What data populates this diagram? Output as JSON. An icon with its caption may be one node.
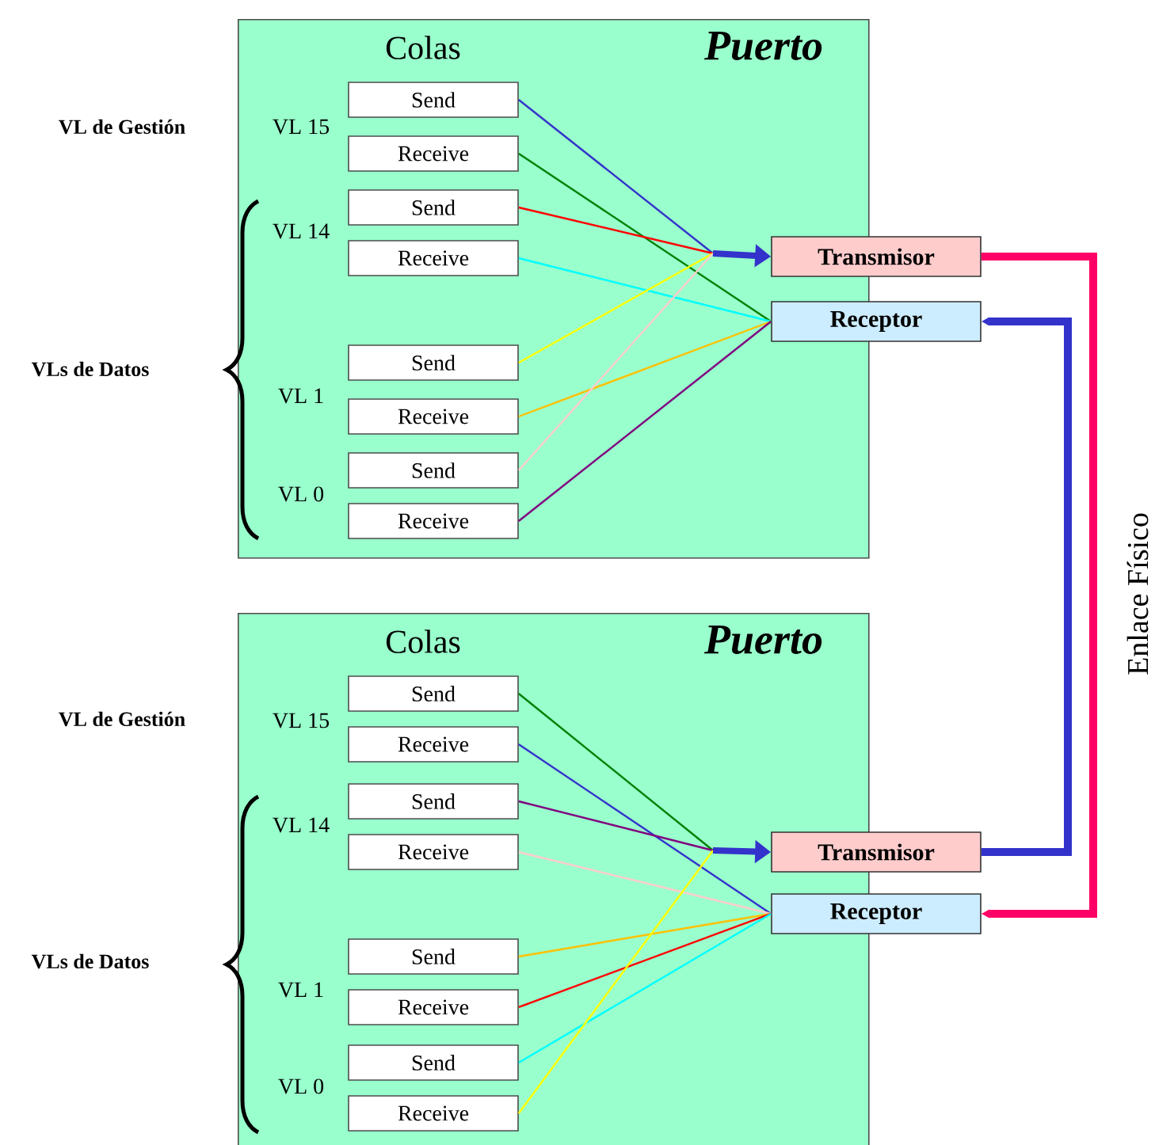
{
  "diagram": {
    "nodes": [
      {
        "text": [
          "Colas",
          "Puerto"
        ]
      },
      {
        "text": [
          "Send"
        ],
        "in": 0
      },
      {
        "text": [
          "Receive"
        ],
        "in": 0
      },
      {
        "text": [
          "Send"
        ],
        "in": 0
      },
      {
        "text": [
          "Receive"
        ],
        "in": 0
      },
      {
        "text": [
          "Send"
        ],
        "in": 0
      },
      {
        "text": [
          "Receive"
        ],
        "in": 0
      },
      {
        "text": [
          "Send"
        ],
        "in": 0
      },
      {
        "text": [
          "Receive"
        ],
        "in": 0
      },
      {
        "text": [
          "Transmisor"
        ]
      },
      {
        "text": [
          "Receptor"
        ]
      },
      {
        "text": [
          "Colas",
          "Puerto"
        ]
      },
      {
        "text": [
          "Send"
        ],
        "in": 11
      },
      {
        "text": [
          "Receive"
        ],
        "in": 11
      },
      {
        "text": [
          "Send"
        ],
        "in": 11
      },
      {
        "text": [
          "Receive"
        ],
        "in": 11
      },
      {
        "text": [
          "Send"
        ],
        "in": 11
      },
      {
        "text": [
          "Receive"
        ],
        "in": 11
      },
      {
        "text": [
          "Send"
        ],
        "in": 11
      },
      {
        "text": [
          "Receive"
        ],
        "in": 11
      },
      {
        "text": [
          "Transmisor"
        ]
      },
      {
        "text": [
          "Receptor"
        ]
      }
    ],
    "edges": [
      {
        "from": 1,
        "to": 9,
        "arrow": "to",
        "color": "#3333cc"
      },
      {
        "from": 2,
        "to": 10,
        "arrow": "none",
        "color": "#008000"
      },
      {
        "from": 3,
        "to": 9,
        "arrow": "to",
        "color": "#ff0000"
      },
      {
        "from": 4,
        "to": 10,
        "arrow": "none",
        "color": "#00ffff"
      },
      {
        "from": 5,
        "to": 9,
        "arrow": "to",
        "color": "#ffff00"
      },
      {
        "from": 6,
        "to": 10,
        "arrow": "none",
        "color": "#ffc000"
      },
      {
        "from": 7,
        "to": 9,
        "arrow": "to",
        "color": "#ffcccc"
      },
      {
        "from": 8,
        "to": 10,
        "arrow": "none",
        "color": "#800080"
      },
      {
        "from": 12,
        "to": 20,
        "arrow": "to",
        "color": "#008000"
      },
      {
        "from": 13,
        "to": 21,
        "arrow": "none",
        "color": "#3333cc"
      },
      {
        "from": 14,
        "to": 20,
        "arrow": "to",
        "color": "#800080"
      },
      {
        "from": 15,
        "to": 21,
        "arrow": "none",
        "color": "#ffcccc"
      },
      {
        "from": 16,
        "to": 21,
        "arrow": "none",
        "color": "#ffc000"
      },
      {
        "from": 17,
        "to": 21,
        "arrow": "none",
        "color": "#ff0000"
      },
      {
        "from": 18,
        "to": 21,
        "arrow": "none",
        "color": "#00ffff"
      },
      {
        "from": 19,
        "to": 20,
        "arrow": "to",
        "color": "#ffff00"
      },
      {
        "from": 9,
        "to": 21,
        "arrow": "to",
        "style": "thick",
        "color": "#ff0066"
      },
      {
        "from": 20,
        "to": 10,
        "arrow": "to",
        "style": "thick",
        "color": "#3333cc"
      }
    ],
    "labels": [
      "VL de Gestión",
      "VL 15",
      "VL 14",
      "VLs de Datos",
      "VL 1",
      "VL 0",
      "VL de Gestión",
      "VL 15",
      "VL 14",
      "VLs de Datos",
      "VL 1",
      "VL 0",
      "Enlace Físico"
    ]
  }
}
